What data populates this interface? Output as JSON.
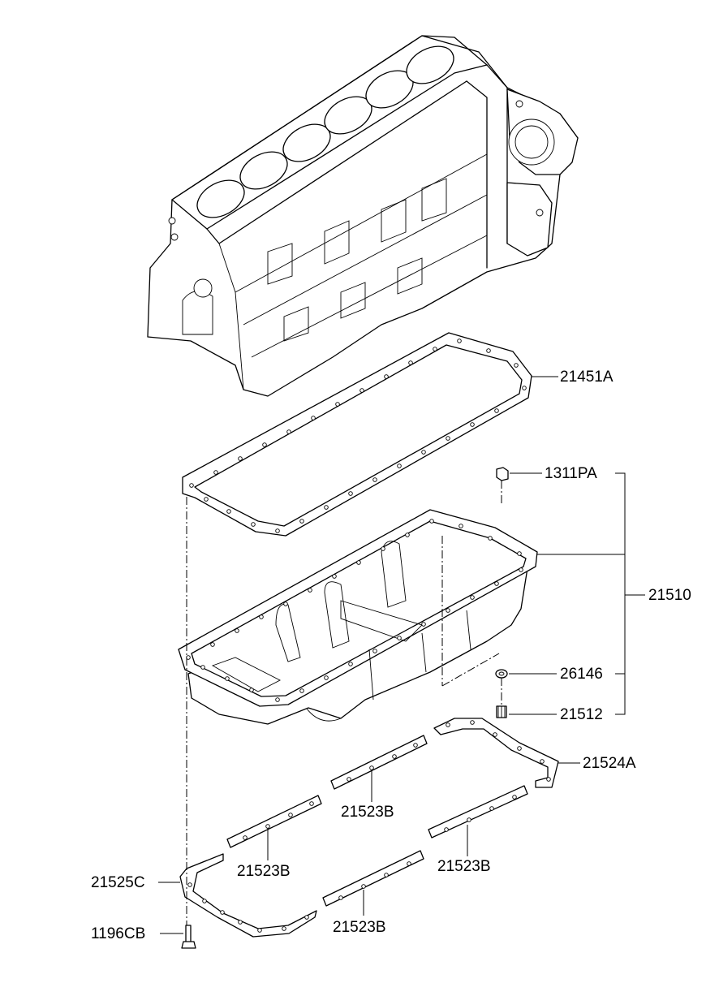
{
  "labels": {
    "gasket_upper": "21451A",
    "bolt_upper": "1311PA",
    "oil_pan": "21510",
    "washer": "26146",
    "drain_plug": "21512",
    "gasket_lower": "21524A",
    "rail_1": "21523B",
    "rail_2": "21523B",
    "rail_3": "21523B",
    "rail_4": "21523B",
    "gasket_corner": "21525C",
    "bolt_lower": "1196CB"
  }
}
